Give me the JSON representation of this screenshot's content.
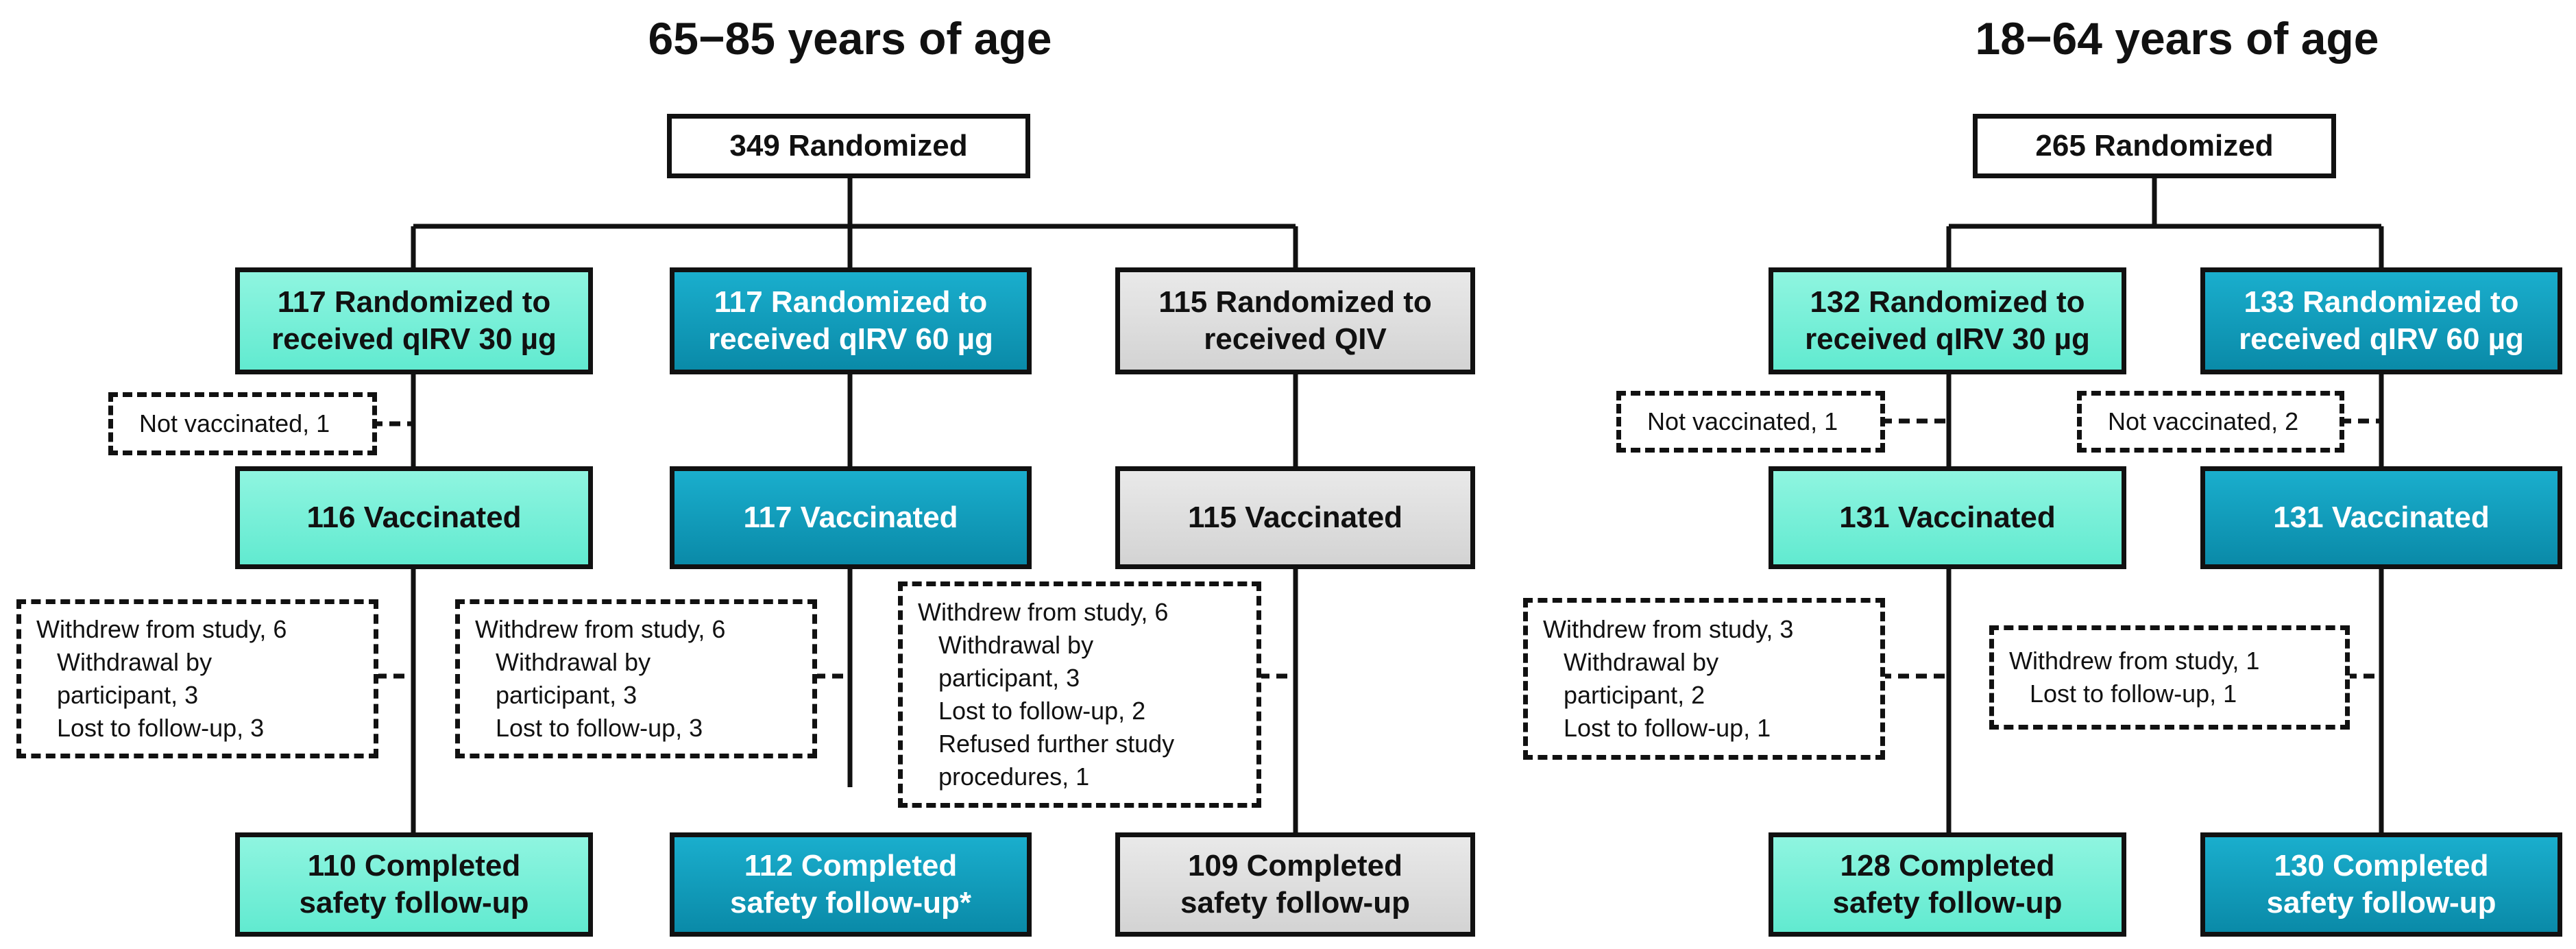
{
  "left": {
    "title": "65−85 years of age",
    "randomized": "349 Randomized",
    "arms": [
      {
        "randomized": [
          "117 Randomized to",
          "received qIRV 30 µg"
        ],
        "not_vaccinated": "Not vaccinated, 1",
        "vaccinated": "116 Vaccinated",
        "withdrew": "Withdrew from study, 6",
        "reasons": [
          "Withdrawal by",
          "participant, 3",
          "Lost to follow-up, 3"
        ],
        "completed": [
          "110 Completed",
          "safety follow-up"
        ]
      },
      {
        "randomized": [
          "117 Randomized to",
          "received qIRV 60 µg"
        ],
        "vaccinated": "117 Vaccinated",
        "withdrew": "Withdrew from study, 6",
        "reasons": [
          "Withdrawal by",
          "participant, 3",
          "Lost to follow-up, 3"
        ],
        "completed": [
          "112 Completed",
          "safety follow-up*"
        ]
      },
      {
        "randomized": [
          "115 Randomized to",
          "received QIV"
        ],
        "vaccinated": "115 Vaccinated",
        "withdrew": "Withdrew from study, 6",
        "reasons": [
          "Withdrawal by",
          "participant, 3",
          "Lost to follow-up, 2",
          "Refused further study",
          "procedures, 1"
        ],
        "completed": [
          "109 Completed",
          "safety follow-up"
        ]
      }
    ]
  },
  "right": {
    "title": "18−64 years of age",
    "randomized": "265 Randomized",
    "arms": [
      {
        "randomized": [
          "132 Randomized to",
          "received qIRV 30 µg"
        ],
        "not_vaccinated": "Not vaccinated, 1",
        "vaccinated": "131 Vaccinated",
        "withdrew": "Withdrew from study, 3",
        "reasons": [
          "Withdrawal by",
          "participant, 2",
          "Lost to follow-up, 1"
        ],
        "completed": [
          "128 Completed",
          "safety follow-up"
        ]
      },
      {
        "randomized": [
          "133 Randomized to",
          "received qIRV 60 µg"
        ],
        "not_vaccinated": "Not vaccinated, 2",
        "vaccinated": "131 Vaccinated",
        "withdrew": "Withdrew from study, 1",
        "reasons": [
          "Lost to follow-up, 1"
        ],
        "completed": [
          "130 Completed",
          "safety follow-up"
        ]
      }
    ]
  },
  "colors": {
    "qirv_30": "#7ff0da",
    "qirv_60": "#0f9cbc",
    "qiv": "#dddddd",
    "line": "#111111"
  }
}
